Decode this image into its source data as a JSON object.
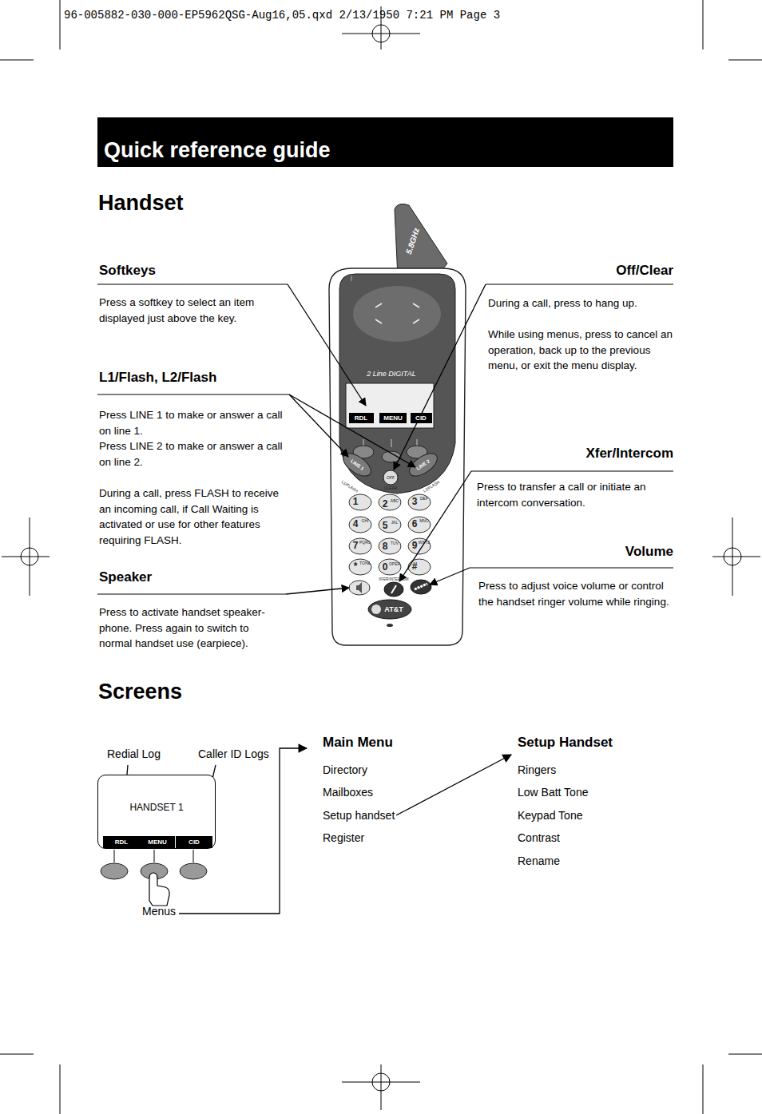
{
  "diagram": {
    "title": "Quick reference guide",
    "nodes": [
      {
        "text": [
          "HANDSET 1"
        ]
      },
      {
        "text": [
          "RDL"
        ],
        "in": 0
      },
      {
        "text": [
          "MENU"
        ],
        "in": 0
      },
      {
        "text": [
          "CID"
        ],
        "in": 0
      }
    ],
    "labels": [
      "96-005882-030-000-EP5962QSG-Aug16,05.qxd  2/13/1950  7:21 PM  Page 3",
      "Handset",
      "Softkeys",
      "Press a softkey to select an item displayed just above the key.",
      "L1/Flash, L2/Flash",
      "Press LINE 1 to make or answer a call on line 1.",
      "Press LINE 2 to make or answer a call on line 2.",
      "During a call, press FLASH  to receive an incoming call, if Call Waiting is activated or use for other features requiring FLASH.",
      "Speaker",
      "Press to activate handset speaker-phone. Press again to switch to normal handset use (earpiece).",
      "Off/Clear",
      "During a call, press to hang up.",
      "While using menus, press to cancel an operation,  back up to the previous menu, or exit the menu display.",
      "Xfer/Intercom",
      "Press to transfer a call or initiate an intercom conversation.",
      "Volume",
      "Press to adjust voice volume or control the handset ringer volume while ringing.",
      "5.8GHz",
      "2 Line DIGITAL",
      "RDL",
      "MENU",
      "CID",
      "LINE 1",
      "OFF",
      "CLEAR",
      "LINE 2",
      "L1/FLASH",
      "L2/FLASH",
      "1",
      "2",
      "ABC",
      "3",
      "DEF",
      "4",
      "GHI",
      "5",
      "JKL",
      "6",
      "MNO",
      "7",
      "PQRS",
      "8",
      "TUV",
      "9",
      "WXYZ",
      "*",
      "TONE",
      "0",
      "OPER",
      "#",
      "XFER/INTERCOM",
      "AT&T",
      "Screens",
      "Redial Log",
      "Caller ID Logs",
      "Menus",
      "Main Menu",
      "Directory",
      "Mailboxes",
      "Setup handset",
      "Register",
      "Setup Handset",
      "Ringers",
      "Low Batt Tone",
      "Keypad Tone",
      "Contrast",
      "Rename"
    ]
  }
}
